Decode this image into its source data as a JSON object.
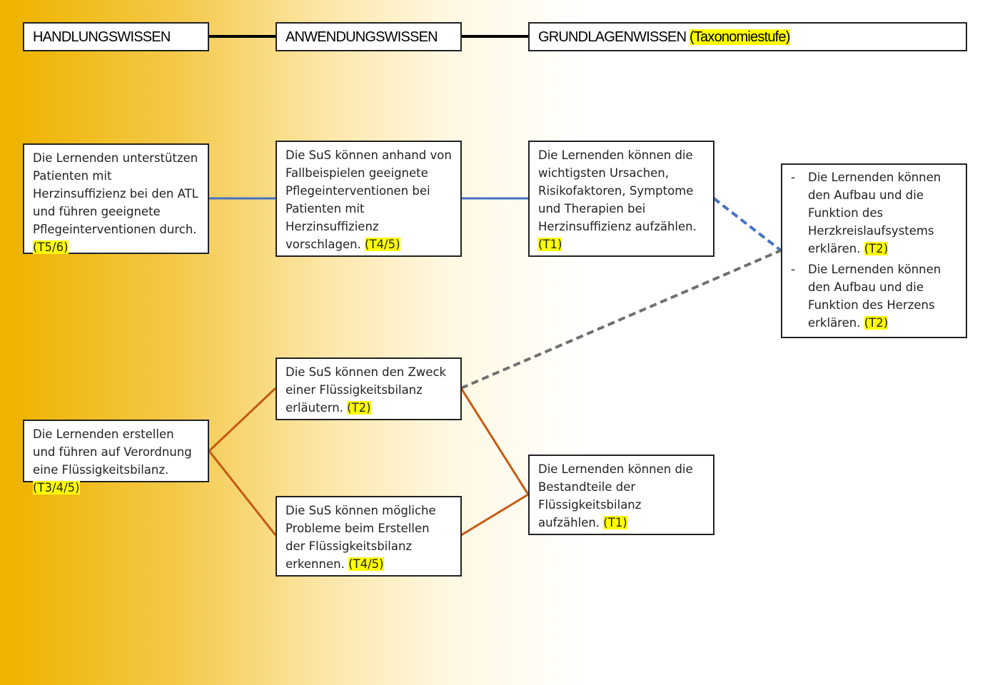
{
  "headers": {
    "handlung": "HANDLUNGSWISSEN",
    "anwendung": "ANWENDUNGSWISSEN",
    "grundlagen": "GRUNDLAGENWISSEN",
    "grundlagen_tag": "(Taxonomiestufe)"
  },
  "boxes": {
    "h1": {
      "text": "Die Lernenden unterstützen Patienten mit Herzinsuffizienz bei den ATL und führen geeignete Pflegeinterventionen durch.",
      "tag": "(T5/6)"
    },
    "a1": {
      "text": "Die SuS können anhand von Fallbeispielen geeignete Pflegeinterventionen bei Patienten mit Herzinsuffizienz vorschlagen.",
      "tag": "(T4/5)"
    },
    "g1": {
      "text": "Die Lernenden können die wichtigsten Ursachen, Risikofaktoren, Symptome und Therapien bei Herzinsuffizienz aufzählen.",
      "tag": "(T1)"
    },
    "r1": {
      "items": [
        {
          "text": "Die Lernenden können den Aufbau und die Funktion des Herzkreislaufsystems erklären.",
          "tag": "(T2)"
        },
        {
          "text": "Die Lernenden können den Aufbau und die Funktion des Herzens erklären.",
          "tag": "(T2)"
        }
      ]
    },
    "h2": {
      "text": "Die Lernenden erstellen und führen auf Verordnung eine Flüssigkeitsbilanz.",
      "tag": "(T3/4/5)"
    },
    "a2": {
      "text": "Die SuS können den Zweck einer Flüssigkeitsbilanz erläutern.",
      "tag": "(T2)"
    },
    "a3": {
      "text": "Die SuS können mögliche Probleme beim Erstellen der Flüssigkeitsbilanz erkennen.",
      "tag": "(T4/5)"
    },
    "g2": {
      "text": "Die Lernenden können die Bestandteile der Flüssigkeitsbilanz aufzählen.",
      "tag": "(T1)"
    }
  },
  "colors": {
    "header_line": "#000000",
    "blue_line": "#4472c4",
    "gray_dashed": "#707070",
    "orange_line": "#c55a11",
    "highlight": "#ffff00"
  }
}
